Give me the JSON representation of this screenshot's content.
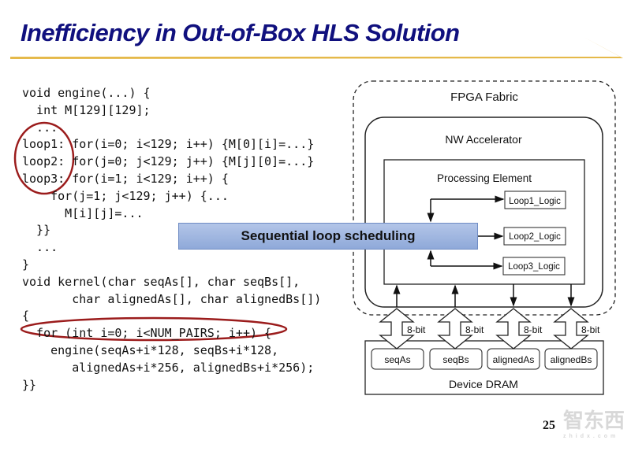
{
  "slide": {
    "title": "Inefficiency in Out-of-Box HLS Solution",
    "page_number": "25",
    "accent_colors": {
      "title": "#10107e",
      "underline": "#e5b94a",
      "highlight_ellipse": "#9b1c1c",
      "callout_fill": "#9fb6e1"
    },
    "watermark": "智东西 zhidx.com"
  },
  "code": {
    "lines": [
      "void engine(...) {",
      "  int M[129][129];",
      "  ...",
      "loop1: for(i=0; i<129; i++) {M[0][i]=...}",
      "loop2: for(j=0; j<129; j++) {M[j][0]=...}",
      "loop3: for(i=1; i<129; i++) {",
      "    for(j=1; j<129; j++) {...",
      "      M[i][j]=...",
      "  }}",
      "  ...",
      "}",
      "void kernel(char seqAs[], char seqBs[],",
      "       char alignedAs[], char alignedBs[])",
      "{",
      "  for (int i=0; i<NUM_PAIRS; i++) {",
      "    engine(seqAs+i*128, seqBs+i*128,",
      "       alignedAs+i*256, alignedBs+i*256);",
      "}}"
    ]
  },
  "callout": {
    "label": "Sequential loop scheduling"
  },
  "diagram": {
    "fpga_label": "FPGA Fabric",
    "accelerator_label": "NW Accelerator",
    "pe_label": "Processing Element",
    "loops": [
      "Loop1_Logic",
      "Loop2_Logic",
      "Loop3_Logic"
    ],
    "bus_width": "8-bit",
    "memory_label": "Device DRAM",
    "buffers": [
      "seqAs",
      "seqBs",
      "alignedAs",
      "alignedBs"
    ]
  }
}
